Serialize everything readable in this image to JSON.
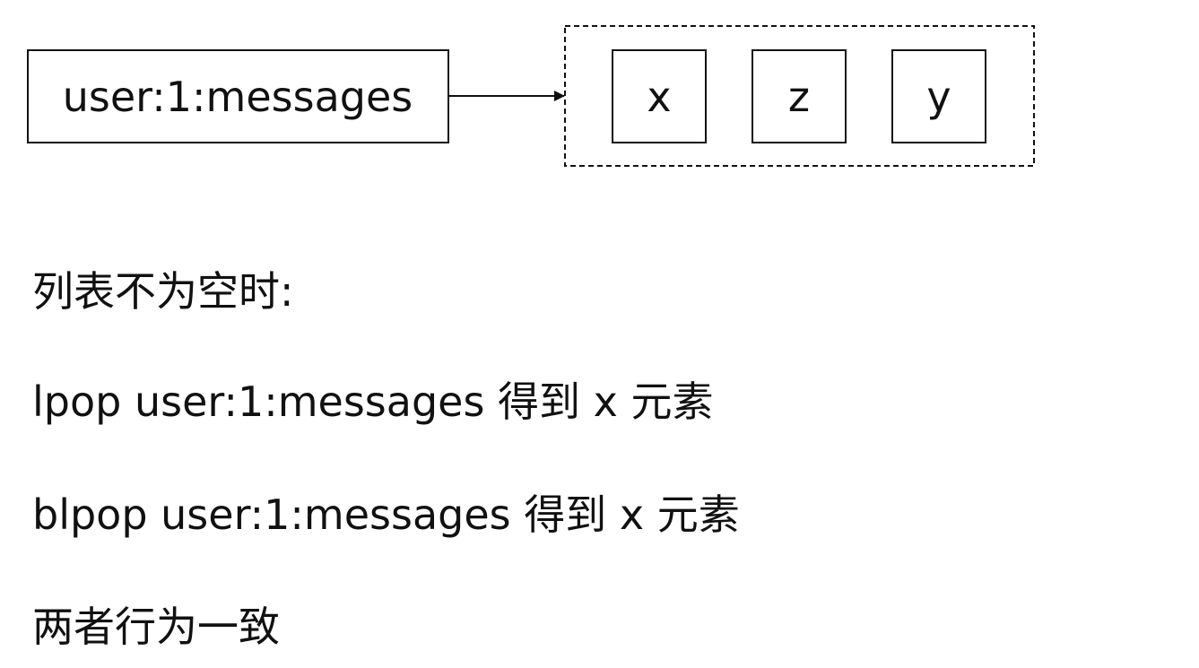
{
  "diagram": {
    "key_label": "user:1:messages",
    "elements": [
      "x",
      "z",
      "y"
    ]
  },
  "text": {
    "line1": "列表不为空时:",
    "line2": "lpop user:1:messages 得到 x 元素",
    "line3": "blpop user:1:messages 得到 x 元素",
    "line4": "两者行为一致"
  }
}
